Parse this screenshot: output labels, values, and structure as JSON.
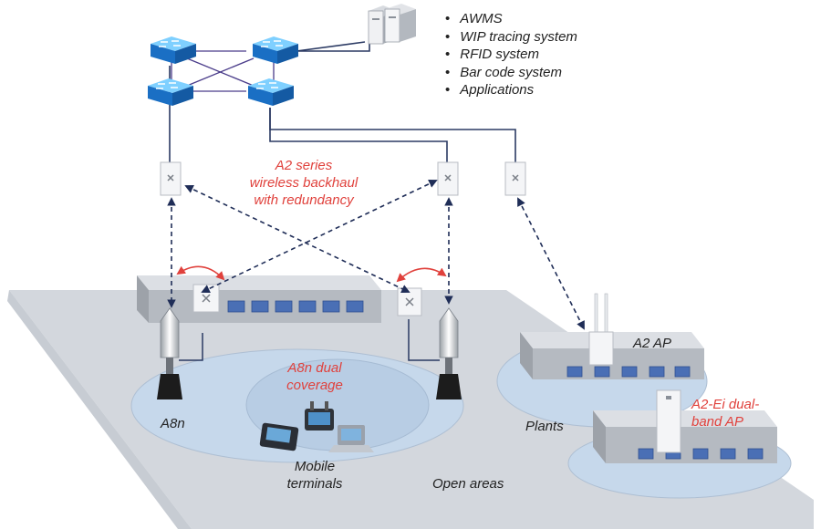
{
  "systems": [
    "AWMS",
    "WIP tracing system",
    "RFID system",
    "Bar code system",
    "Applications"
  ],
  "labels": {
    "backhaul": [
      "A2 series",
      "wireless backhaul",
      "with redundancy"
    ],
    "a8n_coverage": [
      "A8n dual",
      "coverage"
    ],
    "a8n": "A8n",
    "mobile": [
      "Mobile",
      "terminals"
    ],
    "open_areas": "Open areas",
    "plants": "Plants",
    "a2_ap": "A2 AP",
    "a2ei": [
      "A2-Ei dual-",
      "band AP"
    ]
  },
  "colors": {
    "accent_red": "#e0413c",
    "link_navy": "#1f2d57",
    "switch_blue": "#1a7fd0",
    "floor": "#d4d8de",
    "coverage": "#c5d8ea"
  }
}
